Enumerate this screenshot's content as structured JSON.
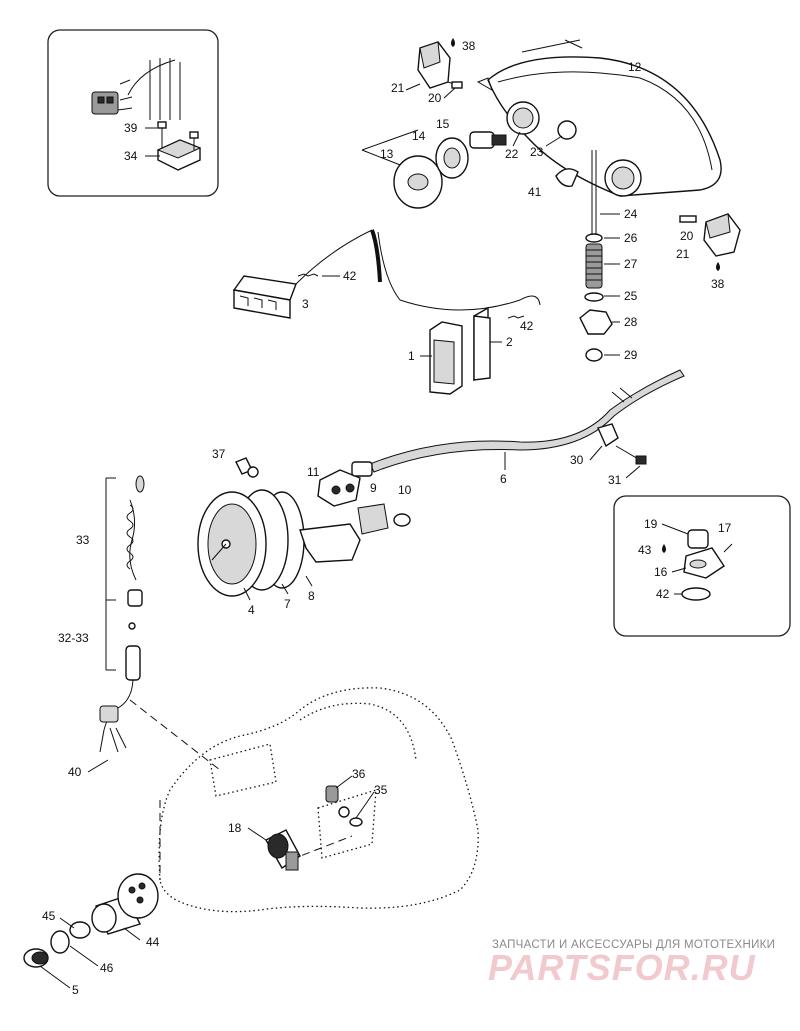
{
  "watermark": {
    "tagline": "ЗАПЧАСТИ И АКСЕССУАРЫ ДЛЯ МОТОТЕХНИКИ",
    "logo": "PARTSFOR.RU",
    "color": "#f2c9cd"
  },
  "callouts": {
    "c1": "1",
    "c2": "2",
    "c3": "3",
    "c4": "4",
    "c5": "5",
    "c6": "6",
    "c7": "7",
    "c8": "8",
    "c9": "9",
    "c10": "10",
    "c11": "11",
    "c12": "12",
    "c13": "13",
    "c14": "14",
    "c15": "15",
    "c16": "16",
    "c17": "17",
    "c18": "18",
    "c19": "19",
    "c20a": "20",
    "c20b": "20",
    "c21a": "21",
    "c21b": "21",
    "c22": "22",
    "c23": "23",
    "c24": "24",
    "c25": "25",
    "c26": "26",
    "c27": "27",
    "c28": "28",
    "c29": "29",
    "c30": "30",
    "c31": "31",
    "c32_33": "32-33",
    "c33": "33",
    "c34": "34",
    "c35": "35",
    "c36": "36",
    "c37": "37",
    "c38a": "38",
    "c38b": "38",
    "c39": "39",
    "c40": "40",
    "c41": "41",
    "c42a": "42",
    "c42b": "42",
    "c42c": "42",
    "c43": "43",
    "c44": "44",
    "c45": "45",
    "c46": "46"
  },
  "icons": {
    "drop": "drop-icon"
  }
}
